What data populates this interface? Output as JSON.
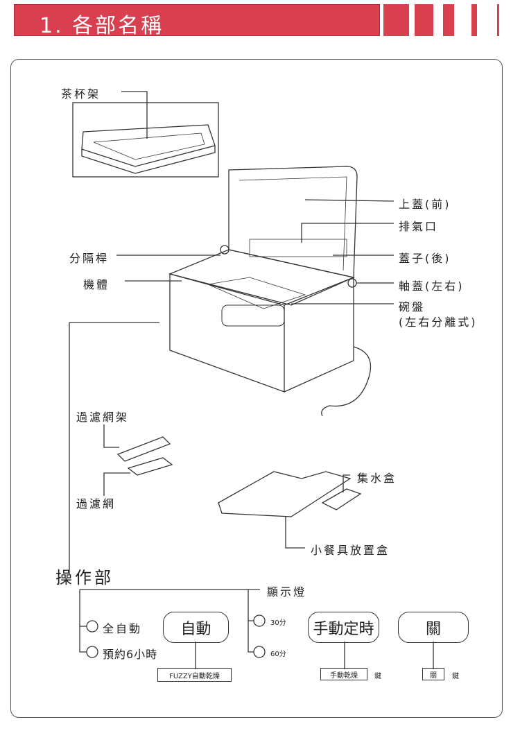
{
  "header": {
    "title": "1. 各部名稱",
    "accent": "#d8404f"
  },
  "parts": {
    "tea_rack": "茶杯架",
    "top_lid_front": "上蓋(前)",
    "exhaust": "排氣口",
    "divider": "分隔桿",
    "lid_back": "蓋子(後)",
    "body": "機體",
    "hinge_cover": "軸蓋(左右)",
    "dish_rack": "碗盤",
    "dish_rack_note": "(左右分離式)",
    "filter_holder": "過濾網架",
    "filter": "過濾網",
    "water_tray": "集水盒",
    "utensil_box": "小餐具放置盒"
  },
  "controls": {
    "title": "操作部",
    "indicator": "顯示燈",
    "ind_full_auto": "全自動",
    "ind_6h": "預約6小時",
    "ind_30": "30分",
    "ind_60": "60分",
    "btn_auto": "自動",
    "btn_manual": "手動定時",
    "btn_off": "關",
    "tag_auto": "FUZZY自動乾燥",
    "tag_manual": "手動乾燥",
    "tag_off": "關",
    "key": "鍵",
    "key2": "鍵"
  }
}
